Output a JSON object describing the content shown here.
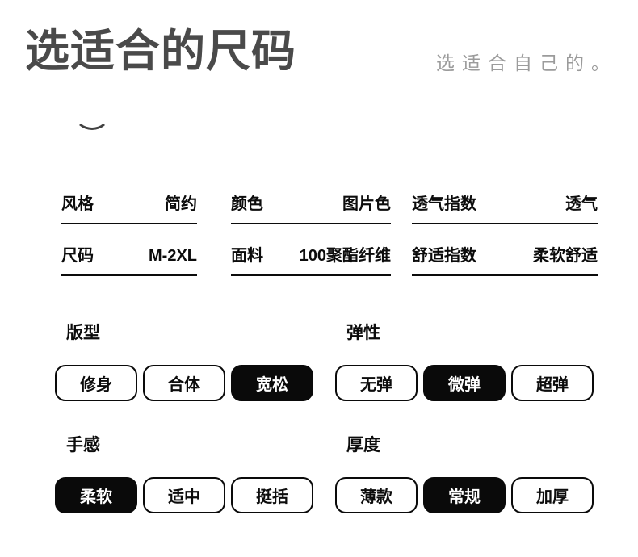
{
  "header": {
    "title": "选适合的尺码",
    "subtitle": "选适合自己的。"
  },
  "colors": {
    "title_text": "#4a4a4a",
    "subtitle_text": "#9b9b9b",
    "body_text": "#0c0c0c",
    "selected_bg": "#0a0a0a",
    "selected_text": "#ffffff",
    "background": "#ffffff"
  },
  "spec_table": {
    "rows": [
      [
        {
          "label": "风格",
          "value": "简约"
        },
        {
          "label": "颜色",
          "value": "图片色"
        },
        {
          "label": "透气指数",
          "value": "透气"
        }
      ],
      [
        {
          "label": "尺码",
          "value": "M-2XL"
        },
        {
          "label": "面料",
          "value": "100聚酯纤维"
        },
        {
          "label": "舒适指数",
          "value": "柔软舒适"
        }
      ]
    ]
  },
  "option_groups": [
    {
      "label": "版型",
      "options": [
        {
          "label": "修身",
          "selected": false
        },
        {
          "label": "合体",
          "selected": false
        },
        {
          "label": "宽松",
          "selected": true
        }
      ]
    },
    {
      "label": "弹性",
      "options": [
        {
          "label": "无弹",
          "selected": false
        },
        {
          "label": "微弹",
          "selected": true
        },
        {
          "label": "超弹",
          "selected": false
        }
      ]
    },
    {
      "label": "手感",
      "options": [
        {
          "label": "柔软",
          "selected": true
        },
        {
          "label": "适中",
          "selected": false
        },
        {
          "label": "挺括",
          "selected": false
        }
      ]
    },
    {
      "label": "厚度",
      "options": [
        {
          "label": "薄款",
          "selected": false
        },
        {
          "label": "常规",
          "selected": true
        },
        {
          "label": "加厚",
          "selected": false
        }
      ]
    }
  ]
}
